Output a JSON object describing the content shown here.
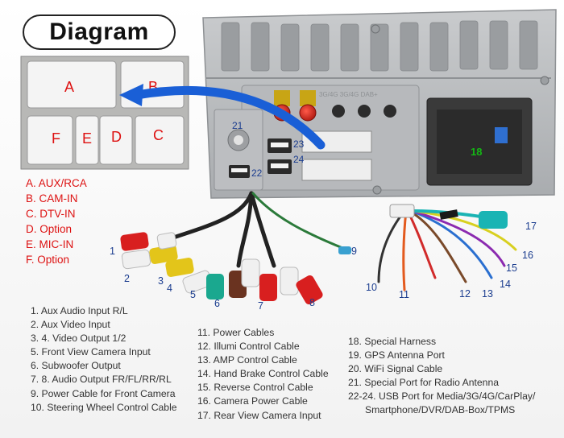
{
  "title": "Diagram",
  "connector_labels": {
    "a": "A",
    "b": "B",
    "c": "C",
    "d": "D",
    "e": "E",
    "f": "F",
    "port18": "18",
    "port21": "21",
    "port22": "22",
    "port23": "23",
    "port24": "24"
  },
  "panel_text": {
    "antenna_slots": "3G/4G  3G/4G  DAB+"
  },
  "colors": {
    "accent_red": "#dd1111",
    "arrow_blue": "#1a5fd6",
    "port18_green": "#14b814",
    "callout_blue": "#1b3d8f",
    "legend_text": "#333333"
  },
  "connector_legend": [
    "A. AUX/RCA",
    "B. CAM-IN",
    "C. DTV-IN",
    "D. Option",
    "E. MIC-IN",
    "F. Option"
  ],
  "cable_numbers": [
    "1",
    "2",
    "3",
    "4",
    "5",
    "6",
    "7",
    "8",
    "9",
    "10",
    "11",
    "12",
    "13",
    "14",
    "15",
    "16",
    "17"
  ],
  "legend_col1": [
    "1. Aux Audio Input R/L",
    "2. Aux Video Input",
    "3. 4. Video Output 1/2",
    "5. Front View Camera Input",
    "6. Subwoofer Output",
    "7. 8. Audio Output FR/FL/RR/RL",
    "9. Power Cable for Front Camera",
    "10. Steering Wheel Control Cable"
  ],
  "legend_col2": [
    "11. Power Cables",
    "12. Illumi Control Cable",
    "13. AMP Control Cable",
    "14. Hand Brake Control Cable",
    "15. Reverse Control Cable",
    "16. Camera Power Cable",
    "17. Rear View Camera Input"
  ],
  "legend_col3": [
    "18. Special Harness",
    "19. GPS Antenna Port",
    "20. WiFi Signal Cable",
    "21. Special Port for Radio Antenna",
    "22-24. USB Port for Media/3G/4G/CarPlay/",
    "Smartphone/DVR/DAB-Box/TPMS"
  ]
}
